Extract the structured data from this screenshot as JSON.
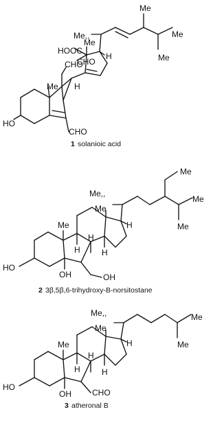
{
  "compounds": [
    {
      "number": "1",
      "name": "solanioic acid",
      "labels": {
        "me_top": "Me",
        "me_left": "Me,,",
        "me_right": "Me",
        "me_iso": "Me",
        "hooc": "HOOC",
        "me_c13": "Me",
        "cho_top": "CHO",
        "cho_mid": "CHO",
        "h_c17": "H",
        "me_c10": "Me",
        "h_c8": "H",
        "cho_bottom": "CHO",
        "ho": "HO"
      }
    },
    {
      "number": "2",
      "name": "3β,5β,6-trihydroxy-B-norsitostane",
      "labels": {
        "me_eth": "Me",
        "me_left": "Me,,",
        "me_right": "Me",
        "me_iso": "Me",
        "me_c13": "Me",
        "h_c17": "H",
        "me_c10": "Me",
        "h_c8": "H",
        "h_c9": "H",
        "h_c14": "H",
        "ho": "HO",
        "oh_c5": "OH",
        "oh_side": "OH"
      }
    },
    {
      "number": "3",
      "name": "atheronal B",
      "labels": {
        "me_left": "Me,,",
        "me_right": "Me",
        "me_iso": "Me",
        "me_c13": "Me",
        "h_c17": "H",
        "me_c10": "Me",
        "h_c8": "H",
        "h_c9": "H",
        "h_c14": "H",
        "ho": "HO",
        "oh_c5": "OH",
        "cho": "CHO"
      }
    }
  ]
}
